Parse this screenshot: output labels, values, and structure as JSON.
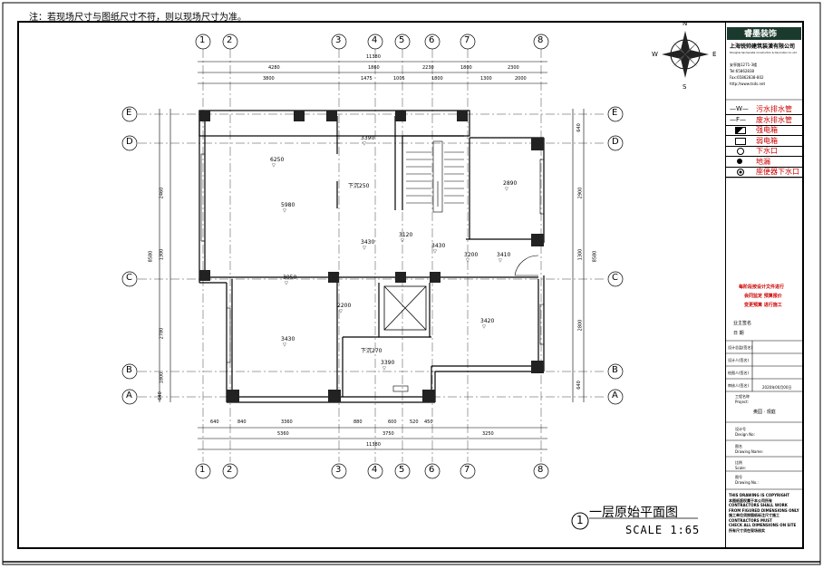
{
  "note": "注：若现场尺寸与图纸尺寸不符，则以现场尺寸为准。",
  "company": {
    "logo_text": "睿墨装饰",
    "name_cn": "上海锐帅建筑装潢有限公司",
    "name_en": "Shanghai Sanmenstar Construction & Decoration Co.,Ltd",
    "address": "安亭路1271-3楼",
    "tel": "Tel:65862838",
    "fax": "Fax:65862838-802",
    "web": "http://www.tsds.net"
  },
  "compass": {
    "n": "N",
    "s": "S",
    "e": "E",
    "w": "W"
  },
  "legend": [
    {
      "symbol": "—W—",
      "label": "污水排水管"
    },
    {
      "symbol": "—F—",
      "label": "废水排水管"
    },
    {
      "symbol": "box-filled",
      "label": "强电箱"
    },
    {
      "symbol": "box-outline",
      "label": "弱电箱"
    },
    {
      "symbol": "circle-open",
      "label": "下水口"
    },
    {
      "symbol": "circle-filled",
      "label": "地漏"
    },
    {
      "symbol": "circle-double",
      "label": "座便器下水口"
    }
  ],
  "approval": {
    "line1": "每阶段按设计文件进行",
    "line2": "会同监定  预算报价",
    "line3": "变更预算  进行施工",
    "owner_sign": "业主签名",
    "date": "日    期"
  },
  "signoffs": [
    "设计总监(签名)",
    "设计人(签名)",
    "绘图人(签名)",
    "审核人(签名)"
  ],
  "sign_date": "2020年00月00日",
  "project_label": "工程名称",
  "project_label_en": "Project:",
  "project_name": "奥园 · 观庭",
  "design_no_label": "设计号",
  "design_no_en": "Design No:",
  "drawing_name_label": "图名",
  "drawing_name_en": "Drawing Name:",
  "scale_label": "比例",
  "scale_en": "Scale:",
  "drawing_no_label": "图号",
  "drawing_no_en": "Drawing No.:",
  "disclaimer": [
    "THIS DRAWING IS COPYRIGHT",
    "本图纸版权属于本公司所有",
    "CONTRACTORS SHALL WORK",
    "FROM FIGURED DIMENSIONS ONLY",
    "施工单位须按图纸标注尺寸施工",
    "CONTRACTORS MUST",
    "CHECK ALL DIMENSIONS ON SITE",
    "所有尺寸须在现场核实"
  ],
  "drawing_title": {
    "number": "1",
    "text": "一层原始平面图",
    "scale": "SCALE 1:65"
  },
  "axes_columns": [
    "1",
    "2",
    "3",
    "4",
    "5",
    "6",
    "7",
    "8"
  ],
  "axes_rows": [
    "E",
    "D",
    "C",
    "B",
    "A"
  ],
  "top_dims": {
    "total": "11380",
    "row1": [
      "4280",
      "1860",
      "2230",
      "1800",
      "2300"
    ],
    "row2": [
      "3800",
      "1475",
      "1005",
      "1800",
      "1300",
      "2000"
    ]
  },
  "bottom_dims": {
    "total": "11380",
    "row1": [
      "640",
      "840",
      "3360",
      "880",
      "600",
      "520",
      "450"
    ],
    "row2": [
      "5360",
      "3750",
      "3250"
    ]
  },
  "left_dims": {
    "total": "8580",
    "parts": [
      "2460",
      "1300",
      "2780",
      "1800",
      "640"
    ]
  },
  "right_dims": {
    "total": "8580",
    "parts": [
      "640",
      "2900",
      "1300",
      "2800",
      "640"
    ]
  },
  "elevations": [
    {
      "val": "6250"
    },
    {
      "val": "5980"
    },
    {
      "val": "3390"
    },
    {
      "val": "3430"
    },
    {
      "val": "3120"
    },
    {
      "val": "3430"
    },
    {
      "val": "2890"
    },
    {
      "val": "3200"
    },
    {
      "val": "3410"
    },
    {
      "val": "3050"
    },
    {
      "val": "2200"
    },
    {
      "val": "3430"
    },
    {
      "val": "3420"
    },
    {
      "val": "3390"
    }
  ],
  "room_notes": [
    {
      "text": "下沉250"
    },
    {
      "text": "下沉270"
    }
  ]
}
